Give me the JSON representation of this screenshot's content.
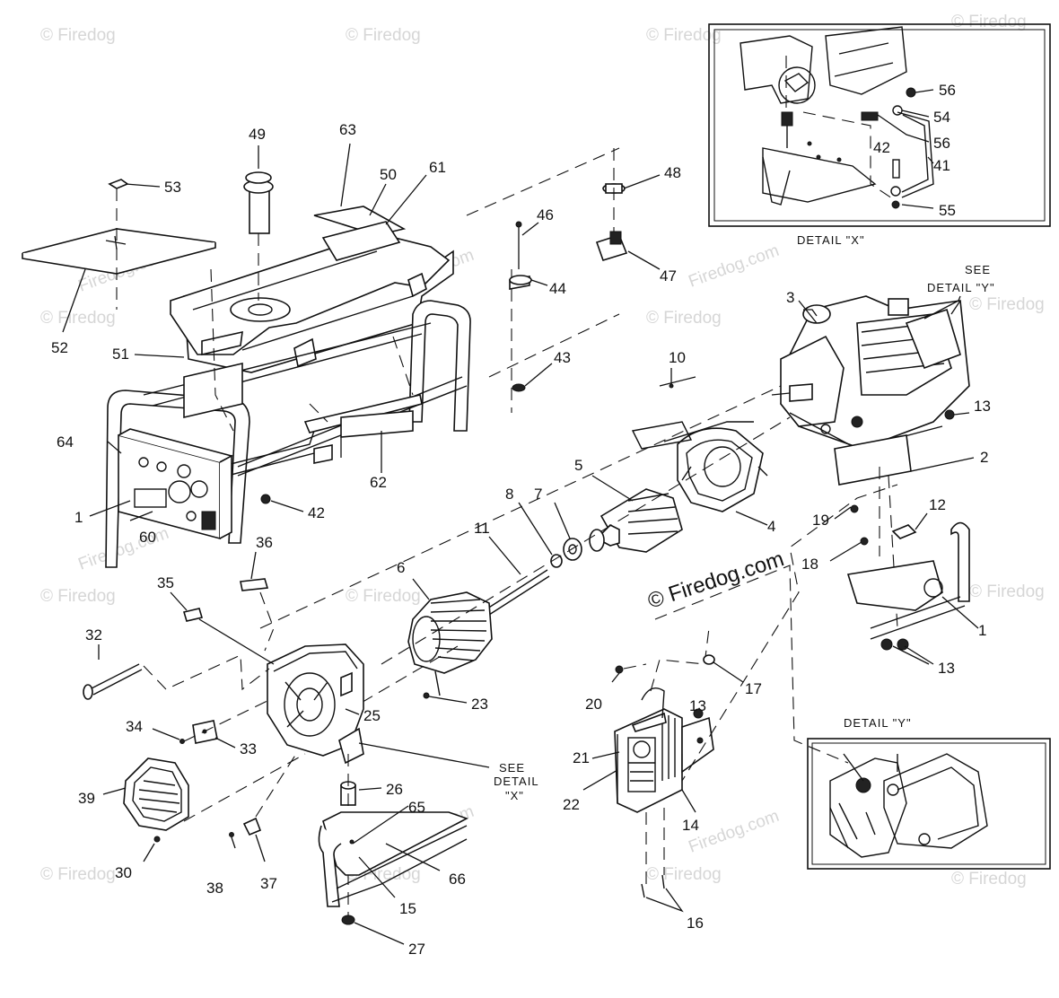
{
  "watermark": {
    "text": "© Firedog",
    "site_text": "Firedog.com",
    "main_text": "© Firedog.com"
  },
  "detail_x": {
    "caption": "DETAIL \"X\"",
    "labels": [
      "56",
      "54",
      "56",
      "41",
      "42",
      "55"
    ]
  },
  "detail_y": {
    "caption": "DETAIL \"Y\""
  },
  "callouts": {
    "see_detail_y": [
      "SEE",
      "DETAIL \"Y\""
    ],
    "see_detail_x": [
      "SEE",
      "DETAIL",
      "\"X\""
    ]
  },
  "part_numbers": {
    "p1a": "1",
    "p1b": "1",
    "p2": "2",
    "p3": "3",
    "p4": "4",
    "p5": "5",
    "p6": "6",
    "p7": "7",
    "p8": "8",
    "p10": "10",
    "p11": "11",
    "p12": "12",
    "p13a": "13",
    "p13b": "13",
    "p13c": "13",
    "p14": "14",
    "p15": "15",
    "p16": "16",
    "p17": "17",
    "p18": "18",
    "p19": "19",
    "p20": "20",
    "p21": "21",
    "p22": "22",
    "p23": "23",
    "p25": "25",
    "p26": "26",
    "p27": "27",
    "p30": "30",
    "p32": "32",
    "p33": "33",
    "p34": "34",
    "p35": "35",
    "p36": "36",
    "p37": "37",
    "p38": "38",
    "p39": "39",
    "p42": "42",
    "p43": "43",
    "p44": "44",
    "p46": "46",
    "p47": "47",
    "p48": "48",
    "p49": "49",
    "p50": "50",
    "p51": "51",
    "p52": "52",
    "p53": "53",
    "p60": "60",
    "p61": "61",
    "p62": "62",
    "p63": "63",
    "p64": "64",
    "p65": "65",
    "p66": "66"
  }
}
